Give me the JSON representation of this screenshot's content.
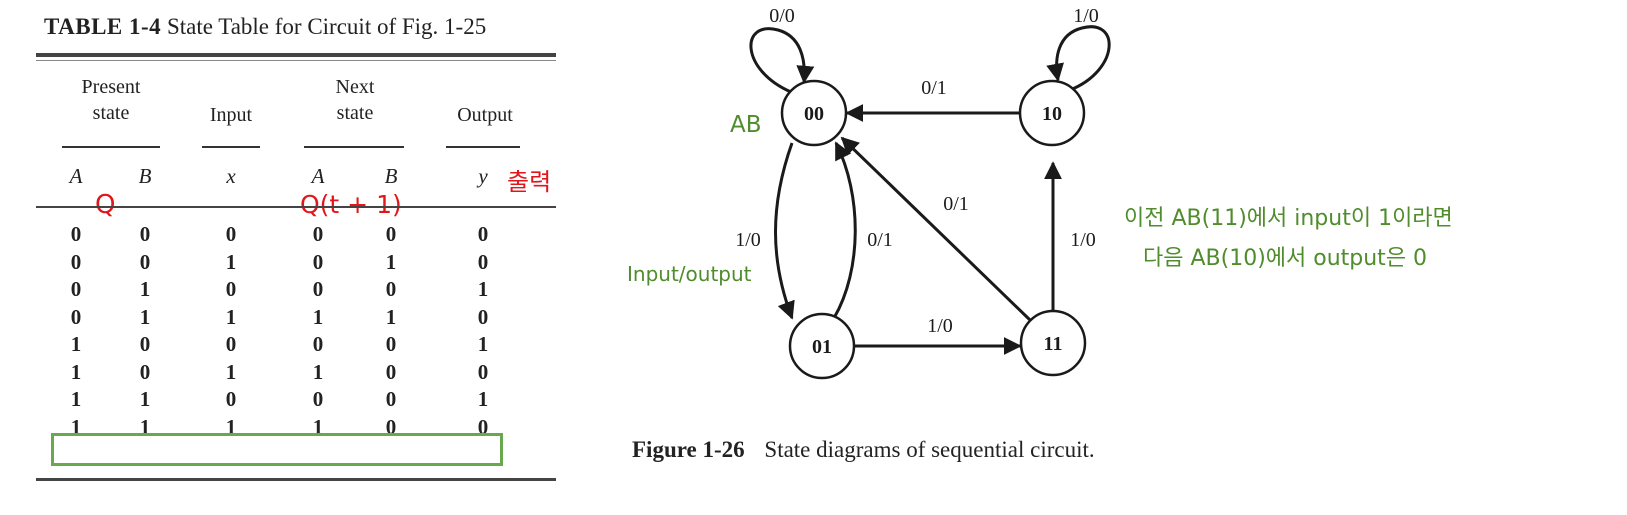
{
  "table": {
    "caption_bold": "TABLE 1-4",
    "caption_text": "State Table for Circuit of Fig. 1-25",
    "headers": {
      "present_state": [
        "Present",
        "state"
      ],
      "input": "Input",
      "next_state": [
        "Next",
        "state"
      ],
      "output": "Output"
    },
    "variables": [
      "A",
      "B",
      "x",
      "A",
      "B",
      "y"
    ],
    "rows": [
      [
        "0",
        "0",
        "0",
        "0",
        "0",
        "0"
      ],
      [
        "0",
        "0",
        "1",
        "0",
        "1",
        "0"
      ],
      [
        "0",
        "1",
        "0",
        "0",
        "0",
        "1"
      ],
      [
        "0",
        "1",
        "1",
        "1",
        "1",
        "0"
      ],
      [
        "1",
        "0",
        "0",
        "0",
        "0",
        "1"
      ],
      [
        "1",
        "0",
        "1",
        "1",
        "0",
        "0"
      ],
      [
        "1",
        "1",
        "0",
        "0",
        "0",
        "1"
      ],
      [
        "1",
        "1",
        "1",
        "1",
        "0",
        "0"
      ]
    ],
    "highlighted_row": 7
  },
  "annotations": {
    "q": "Q",
    "q_next": "Q(t + 1)",
    "output_kr": "출력",
    "ab": "AB",
    "input_output": "Input/output",
    "note_line1": "이전 AB(11)에서 input이 1이라면",
    "note_line2": "다음 AB(10)에서 output은 0",
    "colors": {
      "red": "#e0161b",
      "green": "#4f8c2c",
      "highlight": "#6aa84f"
    }
  },
  "diagram": {
    "states": [
      "00",
      "10",
      "01",
      "11"
    ],
    "edge_labels": {
      "self_00": "0/0",
      "self_10": "1/0",
      "10_to_00": "0/1",
      "00_to_01": "1/0",
      "01_to_00": "0/1",
      "11_to_00": "0/1",
      "11_to_10": "1/0",
      "01_to_11": "1/0"
    },
    "caption_bold": "Figure 1-26",
    "caption_text": "State diagrams of sequential circuit."
  }
}
